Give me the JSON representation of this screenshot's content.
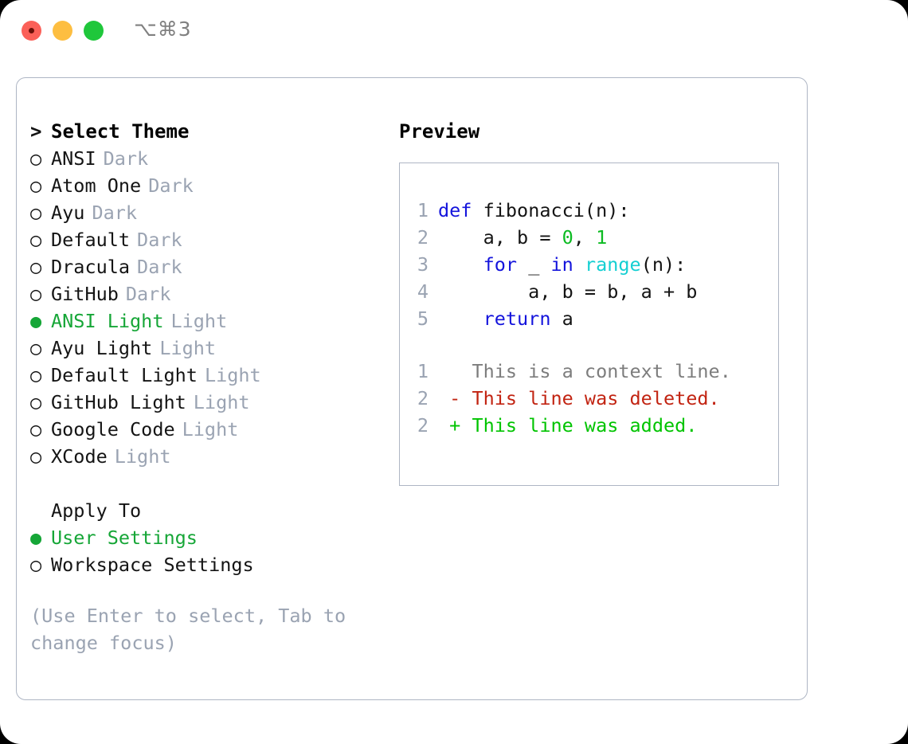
{
  "titlebar": {
    "shortcut": "⌥⌘3",
    "buttons": [
      {
        "name": "close",
        "color": "#FB6058"
      },
      {
        "name": "minimize",
        "color": "#FDBE41"
      },
      {
        "name": "maximize",
        "color": "#1FC73B"
      }
    ]
  },
  "theme_picker": {
    "heading_marker": ">",
    "heading": "Select Theme",
    "items": [
      {
        "marker": "○",
        "name": "ANSI",
        "variant": "Dark",
        "selected": false
      },
      {
        "marker": "○",
        "name": "Atom One",
        "variant": "Dark",
        "selected": false
      },
      {
        "marker": "○",
        "name": "Ayu",
        "variant": "Dark",
        "selected": false
      },
      {
        "marker": "○",
        "name": "Default",
        "variant": "Dark",
        "selected": false
      },
      {
        "marker": "○",
        "name": "Dracula",
        "variant": "Dark",
        "selected": false
      },
      {
        "marker": "○",
        "name": "GitHub",
        "variant": "Dark",
        "selected": false
      },
      {
        "marker": "●",
        "name": "ANSI Light",
        "variant": "Light",
        "selected": true
      },
      {
        "marker": "○",
        "name": "Ayu Light",
        "variant": "Light",
        "selected": false
      },
      {
        "marker": "○",
        "name": "Default Light",
        "variant": "Light",
        "selected": false
      },
      {
        "marker": "○",
        "name": "GitHub Light",
        "variant": "Light",
        "selected": false
      },
      {
        "marker": "○",
        "name": "Google Code",
        "variant": "Light",
        "selected": false
      },
      {
        "marker": "○",
        "name": "XCode",
        "variant": "Light",
        "selected": false
      }
    ]
  },
  "apply_to": {
    "heading": "Apply To",
    "items": [
      {
        "marker": "●",
        "name": "User Settings",
        "selected": true
      },
      {
        "marker": "○",
        "name": "Workspace Settings",
        "selected": false
      }
    ]
  },
  "hint": "(Use Enter to select, Tab to change focus)",
  "preview": {
    "title": "Preview",
    "code_lines": [
      {
        "no": "1",
        "tokens": [
          {
            "t": "def",
            "c": "kw"
          },
          {
            "t": " fibonacci(n):",
            "c": "txt"
          }
        ]
      },
      {
        "no": "2",
        "tokens": [
          {
            "t": "    a, b = ",
            "c": "txt"
          },
          {
            "t": "0",
            "c": "num"
          },
          {
            "t": ", ",
            "c": "txt"
          },
          {
            "t": "1",
            "c": "num"
          }
        ]
      },
      {
        "no": "3",
        "tokens": [
          {
            "t": "    ",
            "c": "txt"
          },
          {
            "t": "for",
            "c": "kw"
          },
          {
            "t": " _ ",
            "c": "txt"
          },
          {
            "t": "in",
            "c": "kw"
          },
          {
            "t": " ",
            "c": "txt"
          },
          {
            "t": "range",
            "c": "fn"
          },
          {
            "t": "(n):",
            "c": "txt"
          }
        ]
      },
      {
        "no": "4",
        "tokens": [
          {
            "t": "        a, b = b, a + b",
            "c": "txt"
          }
        ]
      },
      {
        "no": "5",
        "tokens": [
          {
            "t": "    ",
            "c": "txt"
          },
          {
            "t": "return",
            "c": "kw"
          },
          {
            "t": " a",
            "c": "txt"
          }
        ]
      }
    ],
    "diff_lines": [
      {
        "no": "1",
        "tokens": [
          {
            "t": "   This is a context line.",
            "c": "ctx"
          }
        ]
      },
      {
        "no": "2",
        "tokens": [
          {
            "t": " - This line was deleted.",
            "c": "del"
          }
        ]
      },
      {
        "no": "2",
        "tokens": [
          {
            "t": " + This line was added.",
            "c": "add"
          }
        ]
      }
    ]
  },
  "colors": {
    "selected_green": "#16a637",
    "muted_gray": "#9aa3b2",
    "keyword_blue": "#1414dc",
    "function_cyan": "#14cfd2",
    "number_green": "#0cbb22",
    "diff_delete_red": "#c22412",
    "diff_add_green": "#00c400",
    "border_gray": "#aeb6c4"
  }
}
